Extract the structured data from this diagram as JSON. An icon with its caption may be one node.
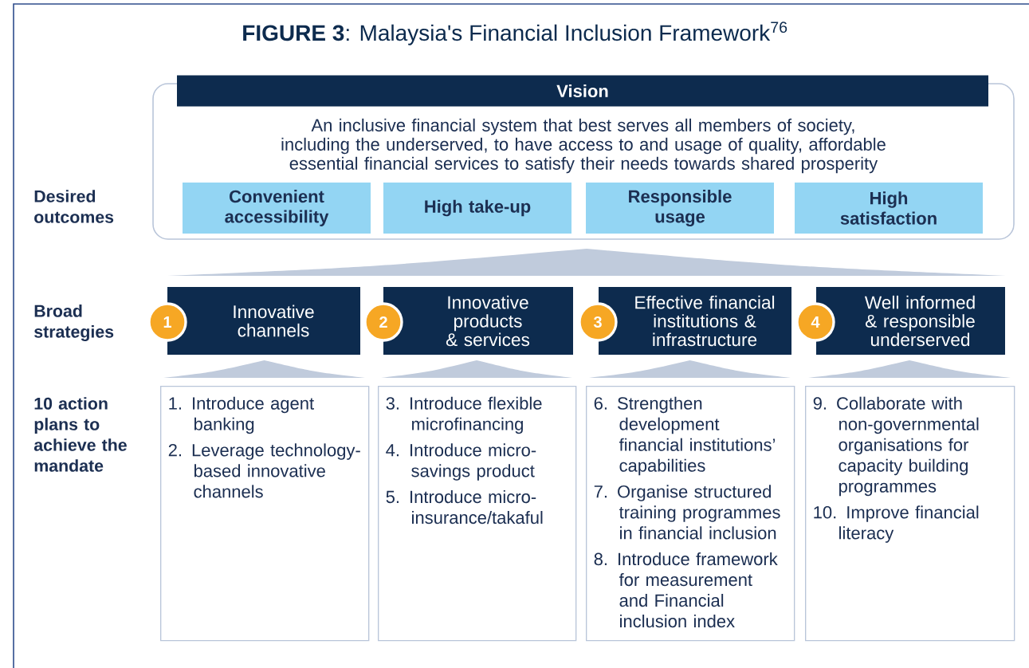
{
  "diagram": {
    "title": "**FIGURE 3**: Malaysia's Financial Inclusion Framework$^{76}$",
    "nodes": [
      {
        "text": [
          "Vision",
          "An inclusive financial system that best serves all members of society, including the underserved, to have access to and usage of quality, affordable essential financial services to satisfy their needs towards shared prosperity"
        ]
      },
      {
        "text": [
          "Convenient accessibility"
        ],
        "in": 0
      },
      {
        "text": [
          "High take-up"
        ],
        "in": 0
      },
      {
        "text": [
          "Responsible usage"
        ],
        "in": 0
      },
      {
        "text": [
          "High satisfaction"
        ],
        "in": 0
      },
      {
        "text": [
          "1"
        ]
      },
      {
        "text": [
          "Innovative channels"
        ]
      },
      {
        "text": [
          "2"
        ]
      },
      {
        "text": [
          "Innovative products & services"
        ]
      },
      {
        "text": [
          "3"
        ]
      },
      {
        "text": [
          "Effective financial institutions & infrastructure"
        ]
      },
      {
        "text": [
          "4"
        ]
      },
      {
        "text": [
          "Well informed & responsible underserved"
        ]
      },
      {
        "text": [
          "1. Introduce agent banking",
          "2. Leverage technology-based innovative channels"
        ]
      },
      {
        "text": [
          "3. Introduce flexible microfinancing",
          "4. Introduce micro-savings product",
          "5. Introduce micro-insurance/takaful"
        ]
      },
      {
        "text": [
          "6. Strengthen development financial institutions’ capabilities",
          "7. Organise structured training programmes in financial inclusion",
          "8. Introduce framework for measurement and Financial inclusion index"
        ]
      },
      {
        "text": [
          "9. Collaborate with non-governmental organisations for capacity building programmes",
          "10. Improve financial literacy"
        ]
      },
      {
        "text": [],
        "shape": "triangle"
      },
      {
        "text": [],
        "shape": "triangle"
      },
      {
        "text": [],
        "shape": "triangle"
      },
      {
        "text": [],
        "shape": "triangle"
      },
      {
        "text": [],
        "shape": "triangle"
      }
    ],
    "labels": [
      "Desired outcomes",
      "Broad strategies",
      "10 action plans to achieve the mandate"
    ]
  }
}
